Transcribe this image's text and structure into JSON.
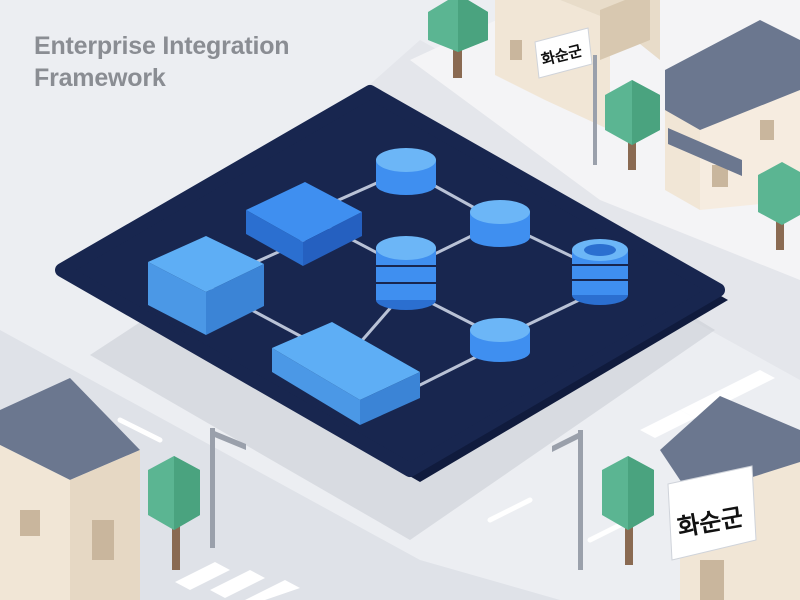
{
  "title": {
    "line1": "Enterprise Integration",
    "line2": "Framework"
  },
  "signs": {
    "top_right": "화순군",
    "bottom_right": "화순군"
  },
  "colors": {
    "background": "#eceef2",
    "platform": "#18264f",
    "connector": "#b9c2d6",
    "node_light": "#5eaef5",
    "node_mid": "#3f8ff0",
    "node_dark": "#2b6fd0",
    "roof": "#6b778f",
    "wall": "#f1e6d6",
    "tree": "#5bb592",
    "title_text": "#8a8d93"
  },
  "icons": {
    "database": "database-icon",
    "module": "module-block-icon",
    "tree": "tree-icon",
    "house": "house-icon",
    "street_lamp": "street-lamp-icon"
  }
}
